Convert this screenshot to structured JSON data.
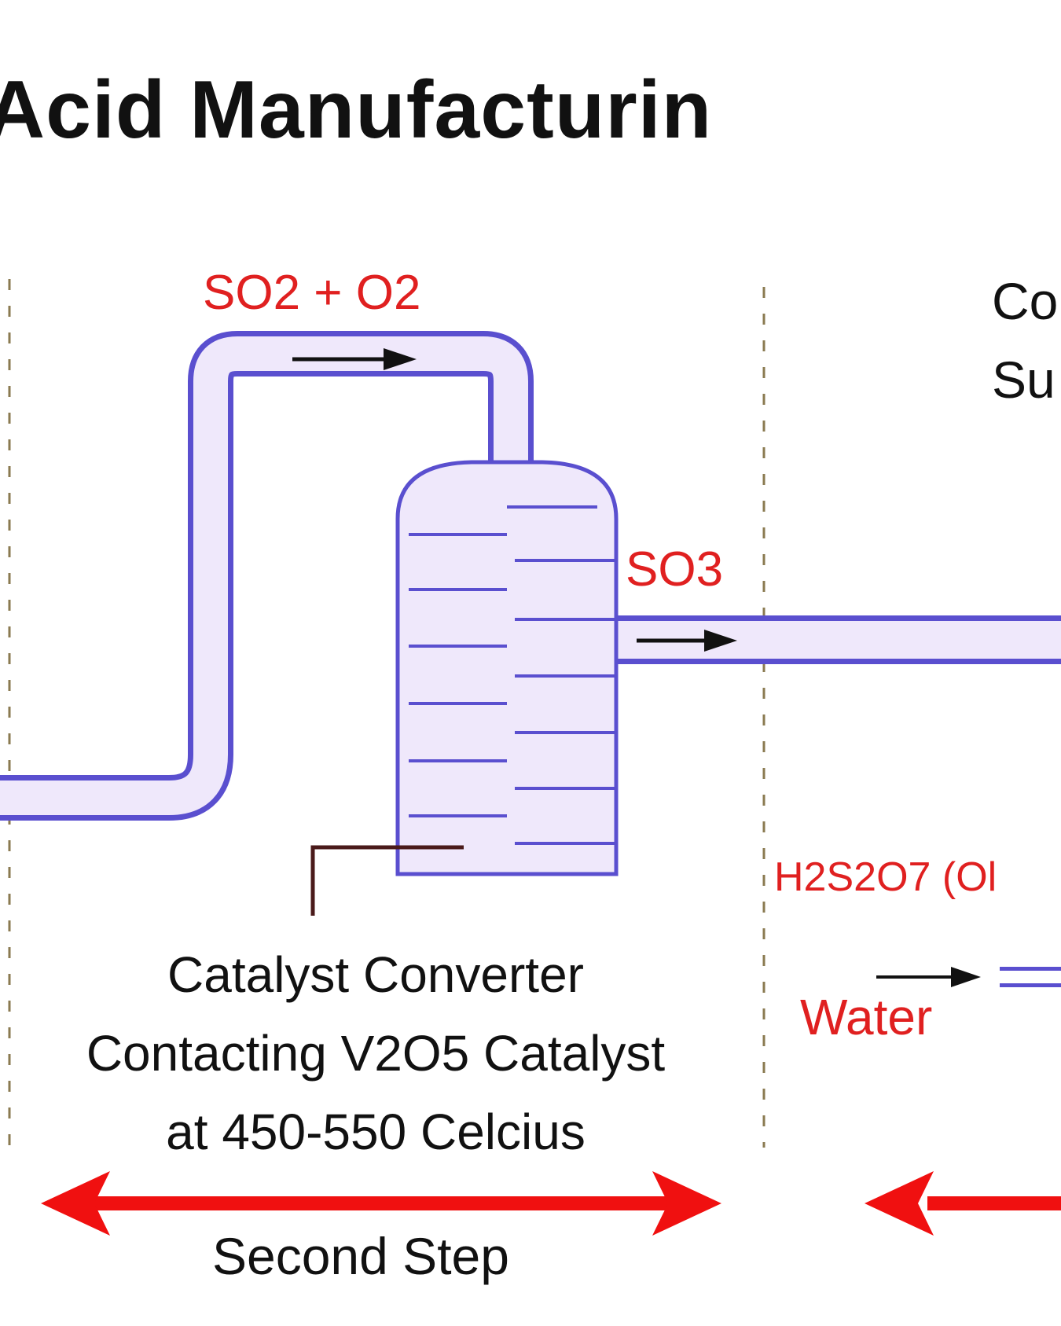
{
  "title": "Acid Manufacturin",
  "labels": {
    "reactant_gas": "SO2 + O2",
    "product_gas": "SO3",
    "oleum": "H2S2O7 (Ol",
    "water": "Water",
    "right_line1": "Co",
    "right_line2": "Su"
  },
  "converter_caption": {
    "line1": "Catalyst Converter",
    "line2": "Contacting V2O5 Catalyst",
    "line3": "at 450-550 Celcius"
  },
  "step_label": "Second Step",
  "colors": {
    "pipe_stroke": "#5a4fcf",
    "pipe_fill": "#efe8fb",
    "arrow_red": "#f01010",
    "label_red": "#e02020",
    "divider": "#b8a878"
  }
}
